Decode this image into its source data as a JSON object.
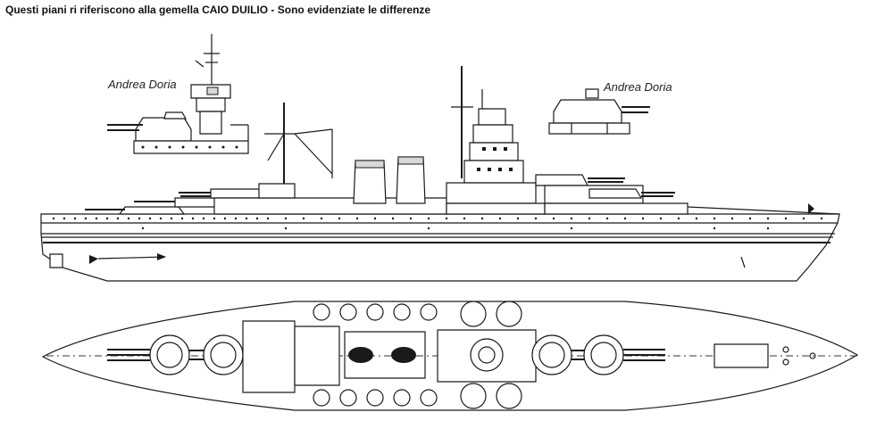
{
  "caption": "Questi piani ri riferiscono alla gemella CAIO DUILIO - Sono evidenziate le differenze",
  "inset_labels": {
    "left": "Andrea Doria",
    "right": "Andrea Doria"
  }
}
